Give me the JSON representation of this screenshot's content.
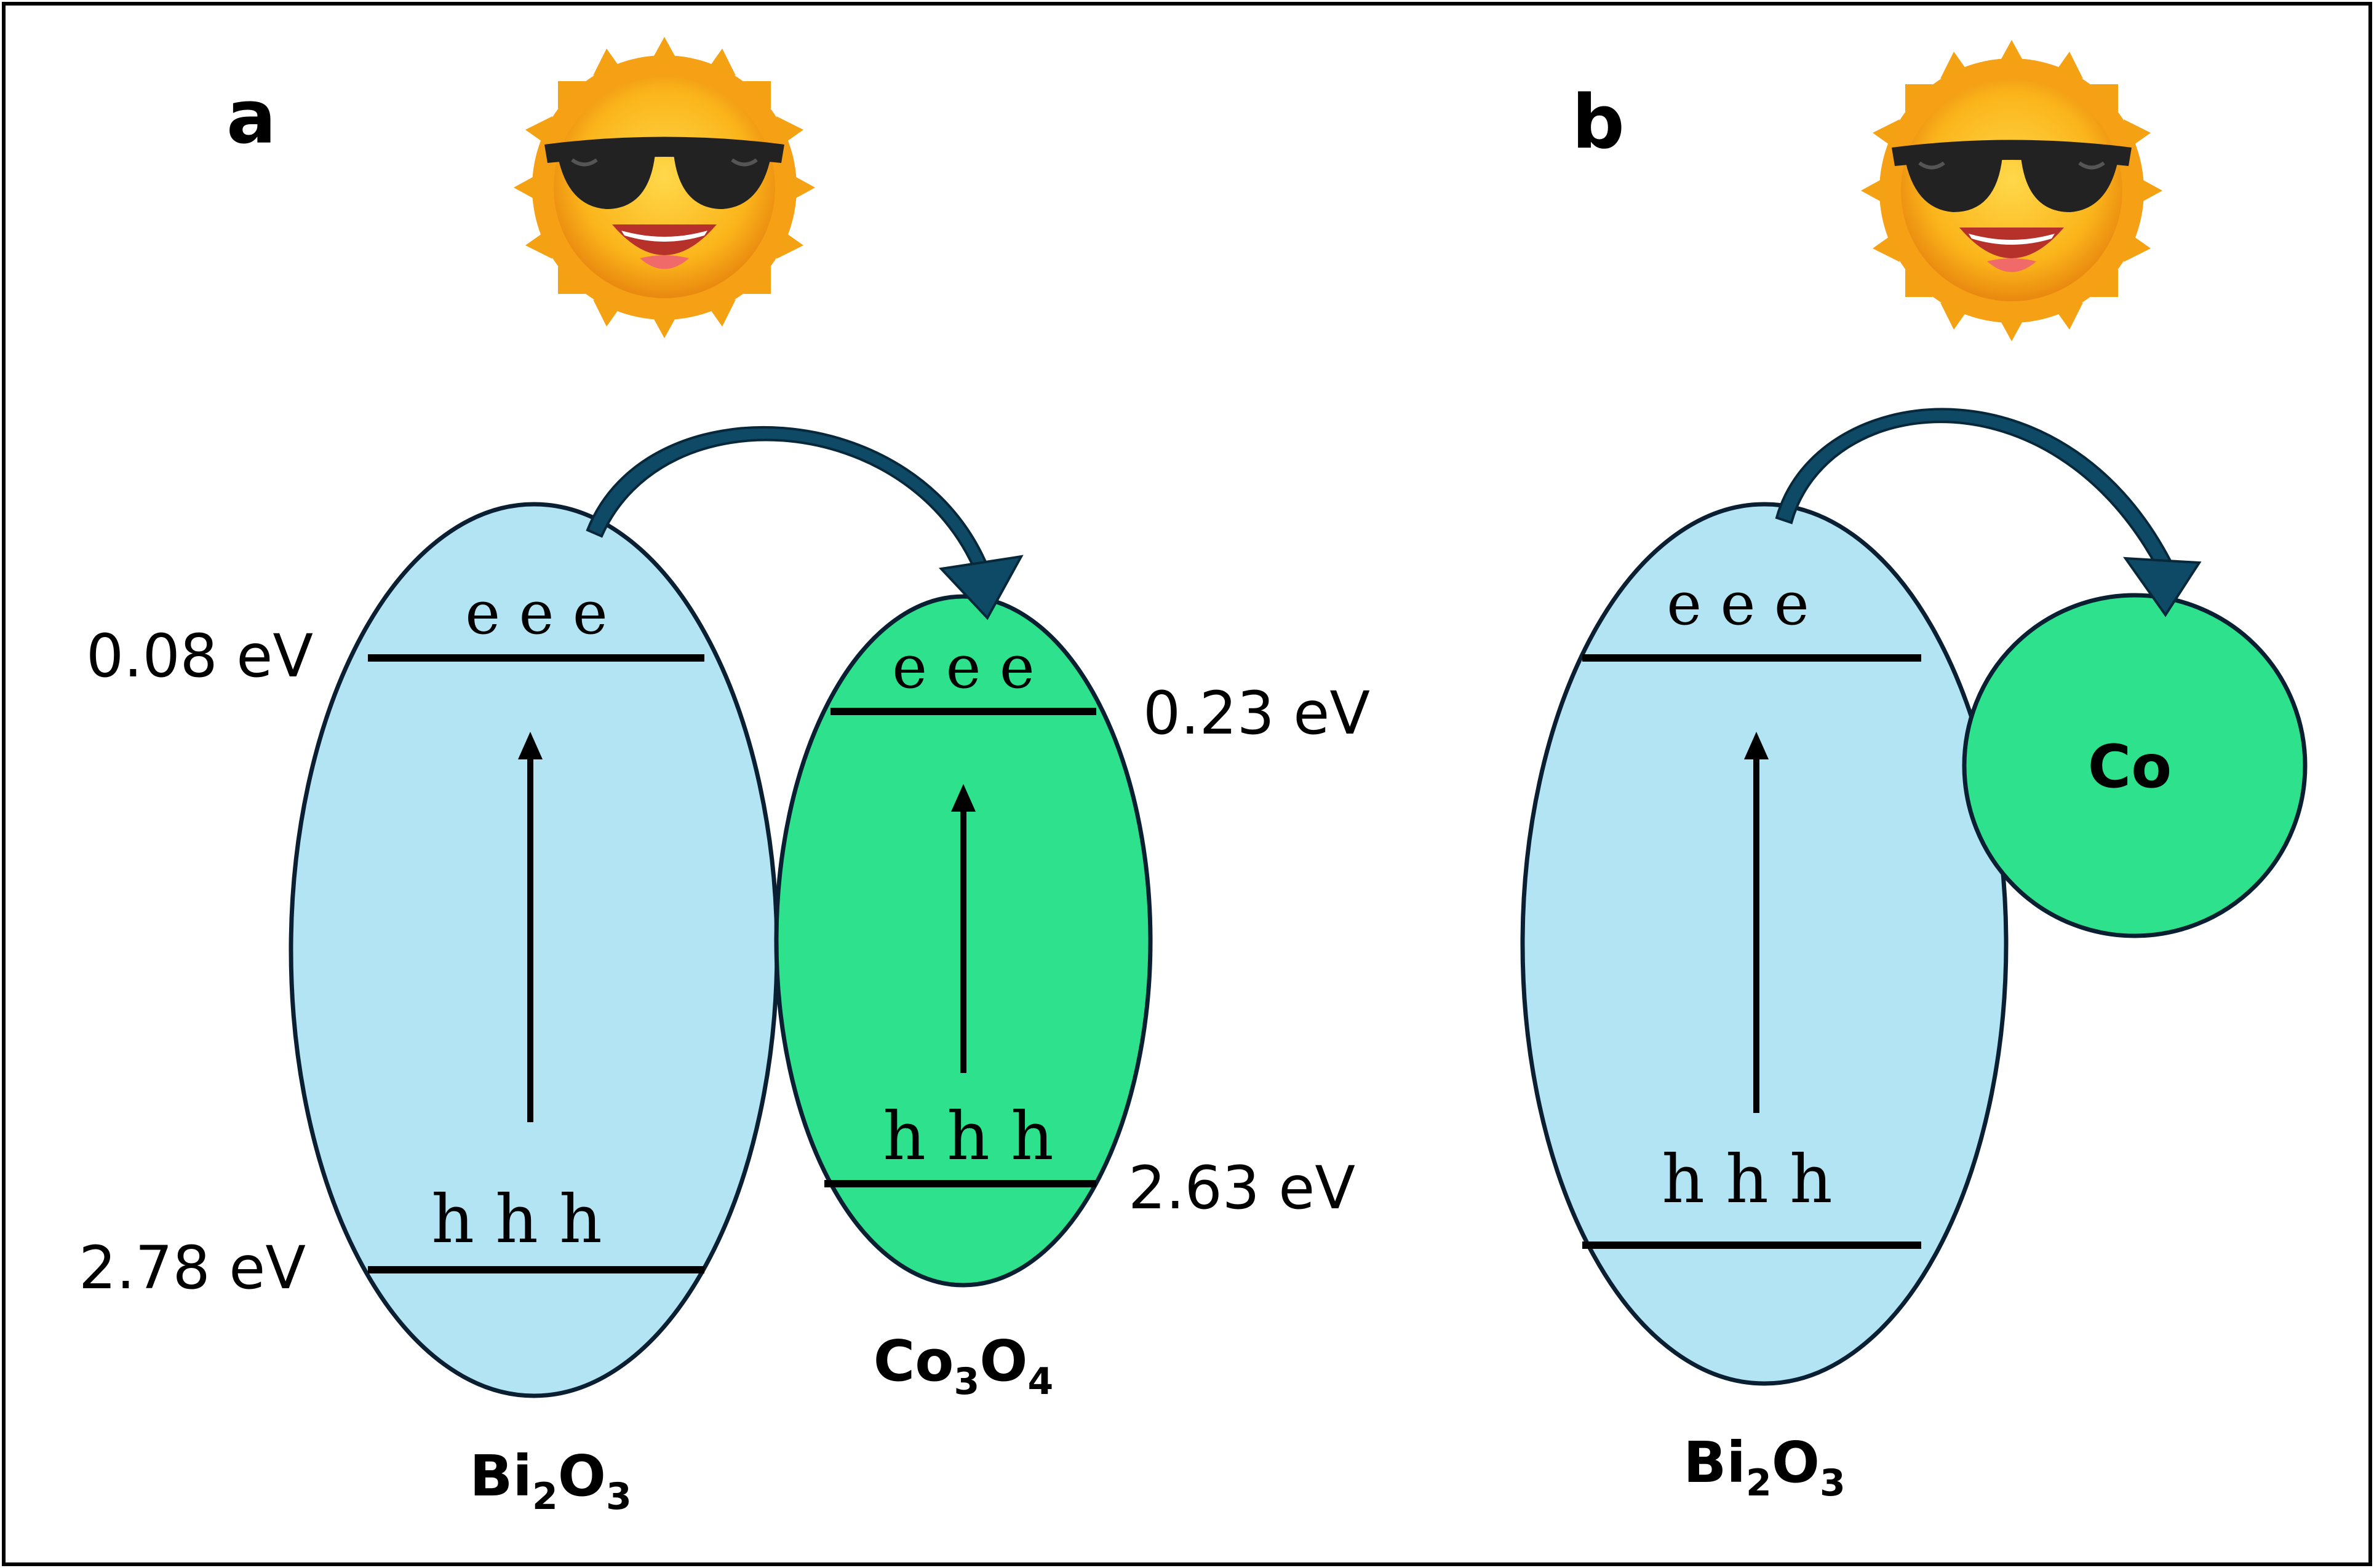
{
  "colors": {
    "bi2o3_fill": "#b3e4f3",
    "co_fill": "#2ee18d",
    "outline": "#0b1f33",
    "arrow": "#0e4a66",
    "sun": "#fbb51b",
    "sunglasses": "#222222",
    "frame": "#000000"
  },
  "icons": {
    "sun": "sun-with-sunglasses-icon",
    "transfer": "curved-transfer-arrow-icon",
    "excitation": "vertical-up-arrow-icon"
  },
  "panel_a": {
    "label": "a",
    "bi2o3": {
      "name_main": "Bi",
      "name_sub1": "2",
      "name_mid": "O",
      "name_sub2": "3",
      "electrons": "e e e",
      "holes": "h h h",
      "cb_energy": "0.08 eV",
      "vb_energy": "2.78 eV"
    },
    "co3o4": {
      "name_main": "Co",
      "name_sub1": "3",
      "name_mid": "O",
      "name_sub2": "4",
      "electrons": "e e e",
      "holes": "h h h",
      "cb_energy": "0.23 eV",
      "vb_energy": "2.63 eV"
    }
  },
  "panel_b": {
    "label": "b",
    "bi2o3": {
      "name_main": "Bi",
      "name_sub1": "2",
      "name_mid": "O",
      "name_sub2": "3",
      "electrons": "e e e",
      "holes": "h h h"
    },
    "co": {
      "label": "Co"
    }
  }
}
